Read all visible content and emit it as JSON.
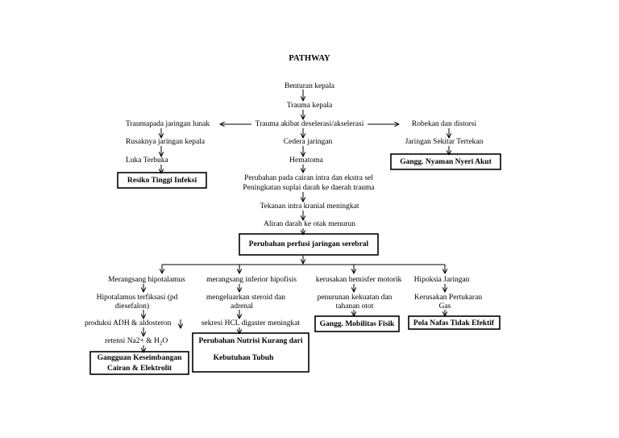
{
  "title": "PATHWAY",
  "nodes": {
    "benturan": "Benturan kepala",
    "trauma_kepala": "Trauma kepala",
    "trauma_akibat": "Trauma akibat deselerasi/akselerasi",
    "trauma_jaringan_lunak": "Traumapada jaringan lunak",
    "rusaknya": "Rusaknya jaringan kepala",
    "luka": "Luka Terbuka",
    "robekan": "Robekan dan distorsi",
    "jaringan_sekitar": "Jaringan Sekitar Tertekan",
    "cedera": "Cedera jaringan",
    "hematoma": "Hematoma",
    "perubahan_cairan_1": "Perubahan pada cairan intra dan ekstra sel",
    "perubahan_cairan_2": "Peningkatan suplai darah ke daerah trauma",
    "tekanan": "Tekanan intra kranial meningkat",
    "aliran": "Aliran darah ke otak menurun",
    "merangsang_hipo": "Merangsang hipotalamus",
    "hipo_terfiksasi_1": "Hipotalamus terfiksasi (pd",
    "hipo_terfiksasi_2": "diesefalon)",
    "adh": "produksi ADH & aldosteron",
    "retensi": "retensi Na2+ & H",
    "retensi_sub": "2",
    "retensi_end": "O",
    "merangsang_inf": "merangsang inferior hipofisis",
    "steroid_1": "mengeluarkan steroid dan",
    "steroid_2": "adrenal",
    "hcl": "sekresi HCL digaster meningkat",
    "kerusakan_hemisfer": "kerusakan hemisfer motorik",
    "penurunan_1": "penurunan kekuatan dan",
    "penurunan_2": "tahanan otot",
    "hipoksia": "Hipoksia Jaringan",
    "kerusakan_pertukaran_1": "Kerusakan Pertukaran",
    "kerusakan_pertukaran_2": "Gas"
  },
  "diagnoses": {
    "resiko_infeksi": "Resiko Tinggi Infeksi",
    "nyeri_akut": "Gangg. Nyaman Nyeri Akut",
    "perfusi_serebral": "Perubahan perfusi jaringan serebral",
    "cairan_1": "Gangguan Keseimbangan",
    "cairan_2": "Cairan & Elektrolit",
    "nutrisi_1": "Perubahan Nutrisi Kurang dari",
    "nutrisi_2": "Kebutuhan Tubuh",
    "mobilitas": "Gangg. Mobilitas Fisik",
    "pola_nafas": "Pola Nafas Tidak Efektif"
  }
}
